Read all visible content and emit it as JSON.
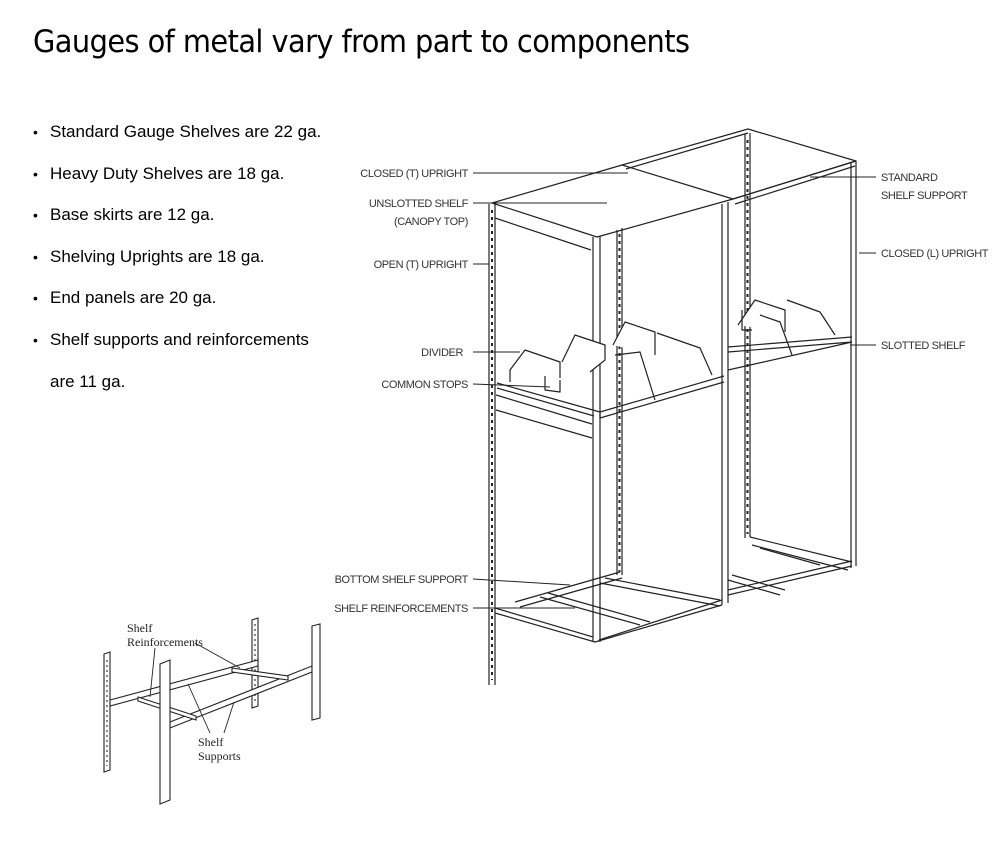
{
  "title": "Gauges of metal vary from part to components",
  "bullets": [
    "Standard Gauge Shelves are 22 ga.",
    "Heavy Duty Shelves are 18 ga.",
    "Base skirts are 12 ga.",
    "Shelving Uprights are 18 ga.",
    "End panels are 20 ga.",
    {
      "line1": "Shelf supports and reinforcements",
      "line2": "are 11 ga."
    }
  ],
  "main_diagram": {
    "left_labels": {
      "closed_t_upright": "CLOSED (T) UPRIGHT",
      "unslotted_shelf_1": "UNSLOTTED SHELF",
      "unslotted_shelf_2": "(CANOPY TOP)",
      "open_t_upright": "OPEN (T) UPRIGHT",
      "divider": "DIVIDER",
      "common_stops": "COMMON STOPS",
      "bottom_shelf_support": "BOTTOM SHELF SUPPORT",
      "shelf_reinforcements": "SHELF REINFORCEMENTS"
    },
    "right_labels": {
      "standard_shelf_support_1": "STANDARD",
      "standard_shelf_support_2": "SHELF SUPPORT",
      "closed_l_upright": "CLOSED (L) UPRIGHT",
      "slotted_shelf": "SLOTTED SHELF"
    }
  },
  "small_diagram": {
    "reinforcements_1": "Shelf",
    "reinforcements_2": "Reinforcements",
    "supports_1": "Shelf",
    "supports_2": "Supports"
  }
}
